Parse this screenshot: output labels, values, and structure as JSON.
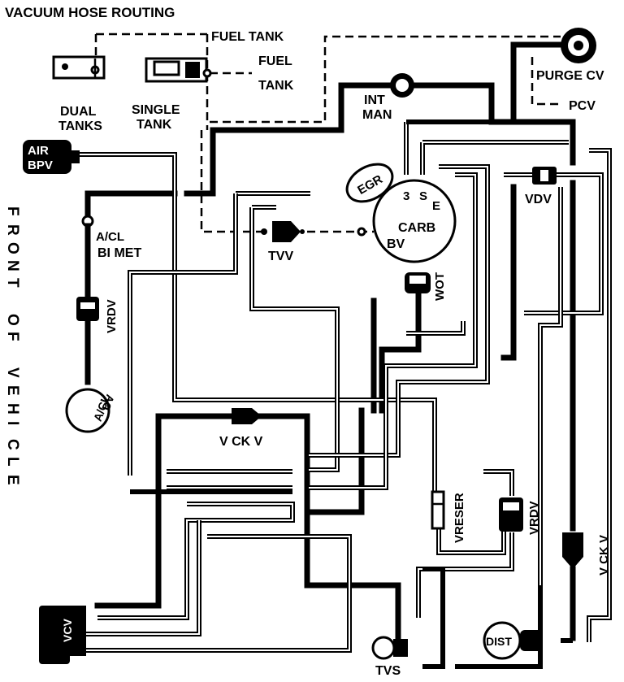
{
  "title": "VACUUM HOSE ROUTING",
  "side_label": "FRONT OF VEHICLE",
  "labels": {
    "fuel_tank_top": "FUEL TANK",
    "fuel": "FUEL",
    "tank": "TANK",
    "dual_tanks_1": "DUAL",
    "dual_tanks_2": "TANKS",
    "single_tank_1": "SINGLE",
    "single_tank_2": "TANK",
    "purge_cv": "PURGE CV",
    "pcv": "PCV",
    "int_man_1": "INT",
    "int_man_2": "MAN",
    "air_bpv_1": "AIR",
    "air_bpv_2": "BPV",
    "egr": "EGR",
    "carb": "CARB",
    "carb_3": "3",
    "carb_s": "S",
    "carb_e": "E",
    "bv": "BV",
    "wot": "WOT",
    "tvv": "TVV",
    "vdv": "VDV",
    "acl_bimet_1": "A/CL",
    "acl_bimet_2": "BI MET",
    "vrdv_left": "VRDV",
    "acl_dv_1": "A/CL",
    "acl_dv_2": "DV",
    "vckv_mid": "V CK V",
    "vreser": "VRESER",
    "vrdv_right": "VRDV",
    "vckv_right": "V CK V",
    "vcv": "VCV",
    "dist": "DIST",
    "tvs": "TVS"
  }
}
